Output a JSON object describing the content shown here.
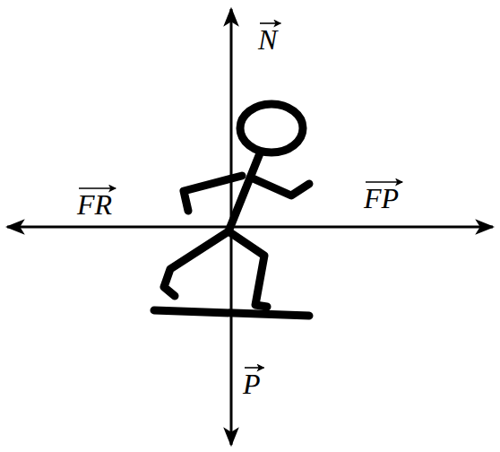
{
  "diagram": {
    "labels": [
      "N",
      "FR",
      "FP",
      "P"
    ]
  }
}
